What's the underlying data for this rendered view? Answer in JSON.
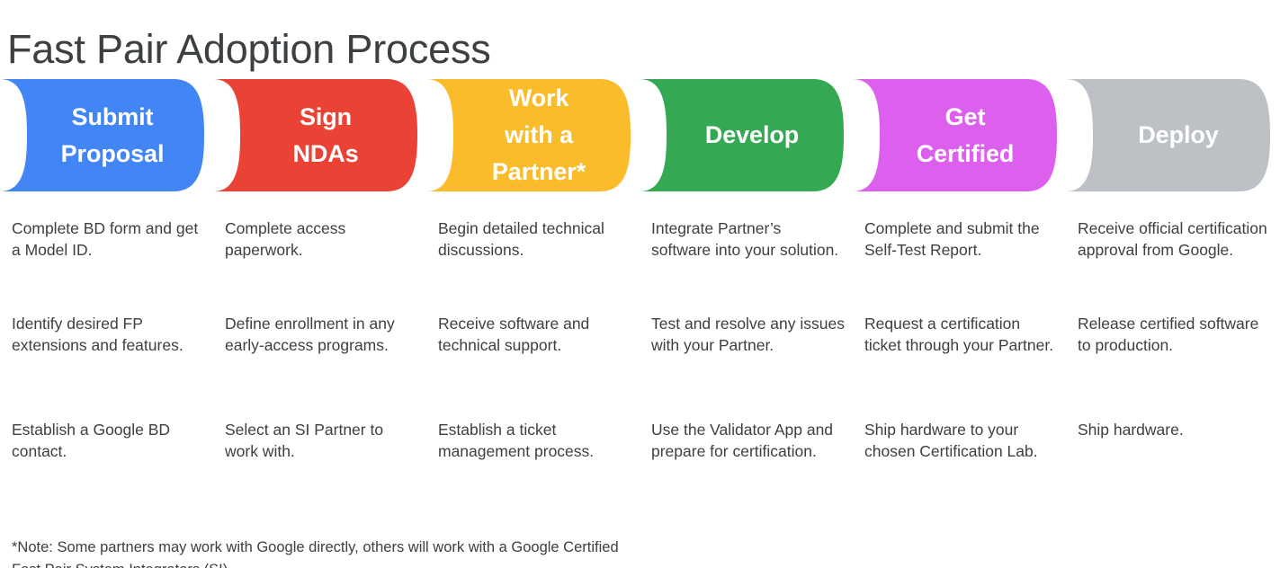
{
  "page": {
    "title": "Fast Pair Adoption Process",
    "background_color": "#ffffff",
    "text_color": "#3c4043"
  },
  "stages": [
    {
      "key": "submit-proposal",
      "label_lines": [
        "Submit",
        "Proposal"
      ],
      "color": "#4285f4",
      "details": [
        "Complete BD form and get a Model ID.",
        "Identify desired FP extensions and features.",
        "Establish a Google BD contact."
      ]
    },
    {
      "key": "sign-ndas",
      "label_lines": [
        "Sign",
        "NDAs"
      ],
      "color": "#ea4335",
      "details": [
        "Complete access paperwork.",
        "Define enrollment in any early-access programs.",
        "Select an SI Partner to work with."
      ]
    },
    {
      "key": "work-with-a-partner",
      "label_lines": [
        "Work",
        "with a",
        "Partner*"
      ],
      "color": "#fabc2a",
      "details": [
        "Begin detailed technical discussions.",
        "Receive software and technical support.",
        "Establish a ticket management process."
      ]
    },
    {
      "key": "develop",
      "label_lines": [
        "Develop"
      ],
      "color": "#34a853",
      "details": [
        "Integrate Partner’s software into your solution.",
        "Test and resolve any issues with your Partner.",
        "Use the Validator App and prepare for certification."
      ]
    },
    {
      "key": "get-certified",
      "label_lines": [
        "Get",
        "Certified"
      ],
      "color": "#dd5fee",
      "details": [
        "Complete and submit the Self-Test Report.",
        "Request a certification ticket through your Partner.",
        "Ship hardware to your chosen Certification Lab."
      ]
    },
    {
      "key": "deploy",
      "label_lines": [
        "Deploy"
      ],
      "color": "#bdc1c6",
      "details": [
        "Receive official certification approval from Google.",
        "Release certified software to production.",
        "Ship hardware."
      ]
    }
  ],
  "footnote": "*Note: Some partners may work with Google directly, others will work with a Google Certified Fast Pair System Integrators (SI)."
}
